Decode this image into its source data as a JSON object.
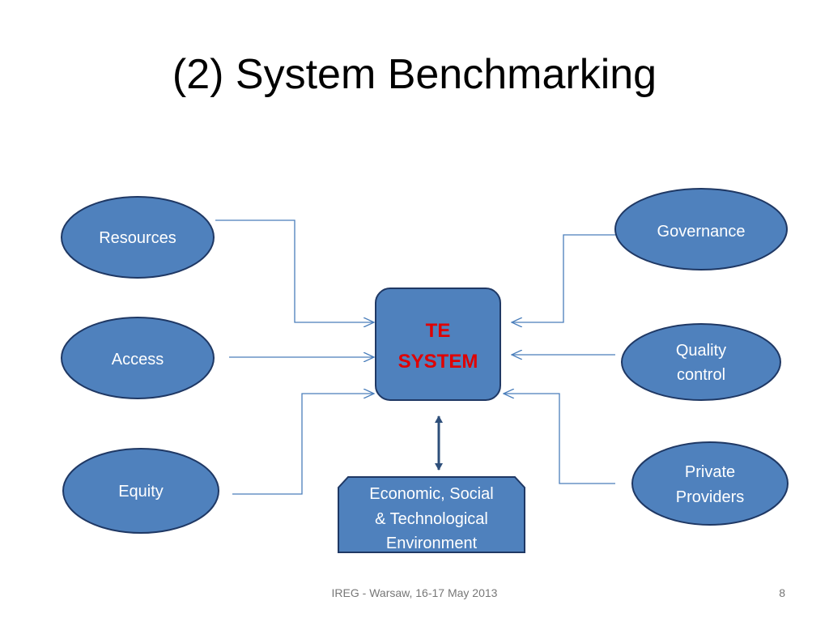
{
  "slide": {
    "title": "(2) System Benchmarking",
    "footer": "IREG - Warsaw, 16-17 May 2013",
    "page_number": "8"
  },
  "center": {
    "lines": [
      "TE",
      "SYSTEM"
    ]
  },
  "nodes": {
    "resources": [
      "Resources"
    ],
    "access": [
      "Access"
    ],
    "equity": [
      "Equity"
    ],
    "governance": [
      "Governance"
    ],
    "quality": [
      "Quality",
      "control"
    ],
    "private": [
      "Private",
      "Providers"
    ],
    "environment": [
      "Economic, Social",
      "& Technological",
      "Environment"
    ]
  },
  "colors": {
    "node_fill": "#4f81bd",
    "node_stroke": "#1f3864",
    "connector": "#4a7ebb",
    "center_text": "#e00000",
    "double_arrow": "#2e4f7a"
  }
}
